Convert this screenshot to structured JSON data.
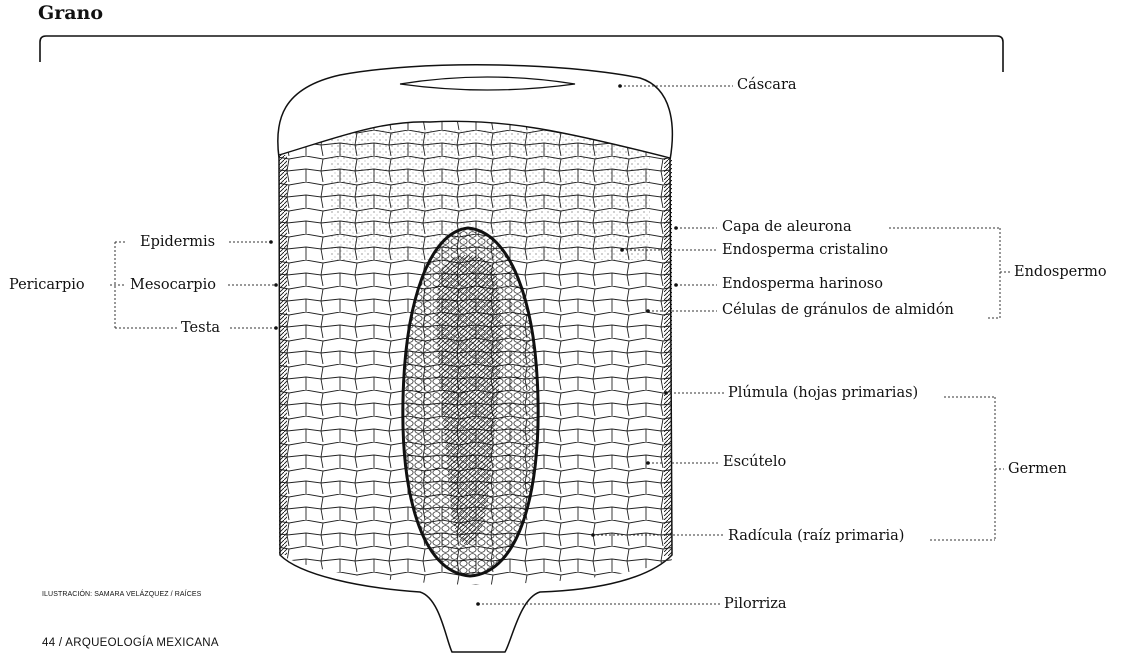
{
  "title": "Grano",
  "labels": {
    "cascara": "Cáscara",
    "capa_aleurona": "Capa de aleurona",
    "endosperma_cristalino": "Endosperma cristalino",
    "endosperma_harinoso": "Endosperma harinoso",
    "celulas_almidon": "Células de gránulos de almidón",
    "endospermo": "Endospermo",
    "plumula": "Plúmula (hojas primarias)",
    "escutelo": "Escútelo",
    "germen": "Germen",
    "radicula": "Radícula (raíz primaria)",
    "pilorriza": "Pilorriza",
    "epidermis": "Epidermis",
    "mesocarpio": "Mesocarpio",
    "testa": "Testa",
    "pericarpio": "Pericarpio"
  },
  "credit": "ILUSTRACIÓN: SAMARA VELÁZQUEZ / RAÍCES",
  "footer": "44 / ARQUEOLOGÍA MEXICANA"
}
